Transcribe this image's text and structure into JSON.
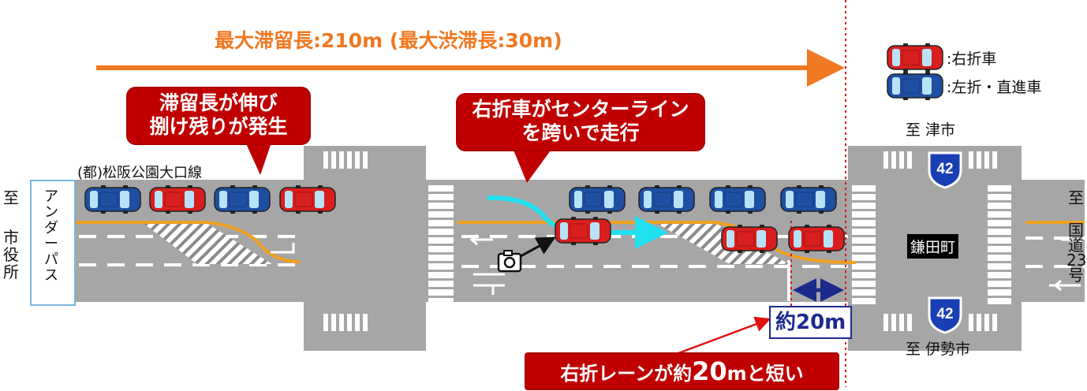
{
  "colors": {
    "accent": "#f07820",
    "callout": "#c00000",
    "right_turn_car": "#d81e1e",
    "left_straight_car": "#1f4fa3",
    "route_sign": "#1a3fb5",
    "arrow_cyan": "#22e0f0"
  },
  "header": {
    "title": "最大滞留長:210m (最大渋滞長:30m)"
  },
  "legend": {
    "right_turn": ":右折車",
    "left_straight": ":左折・直進車"
  },
  "callouts": {
    "queue": {
      "line1": "滞留長が伸び",
      "line2": "捌け残りが発生"
    },
    "centerline": {
      "line1": "右折車がセンターライン",
      "line2": "を跨いで走行"
    },
    "short_lane": {
      "text_a": "右折レーンが約",
      "text_big": "20",
      "text_b": "mと短い"
    }
  },
  "road": {
    "name": "(都)松阪公園大口線"
  },
  "underpass": {
    "label": "アンダーパス"
  },
  "destinations": {
    "left": {
      "to": "至",
      "place": "市役所"
    },
    "right": {
      "to": "至",
      "place": "国道23号"
    },
    "top": "至 津市",
    "bottom": "至 伊勢市"
  },
  "intersection": {
    "name": "鎌田町"
  },
  "route_sign": {
    "number": "42"
  },
  "measurement": {
    "label": "約20m"
  },
  "icons": [
    "camera-icon",
    "route-shield-icon",
    "car-icon",
    "arrow-icon"
  ]
}
